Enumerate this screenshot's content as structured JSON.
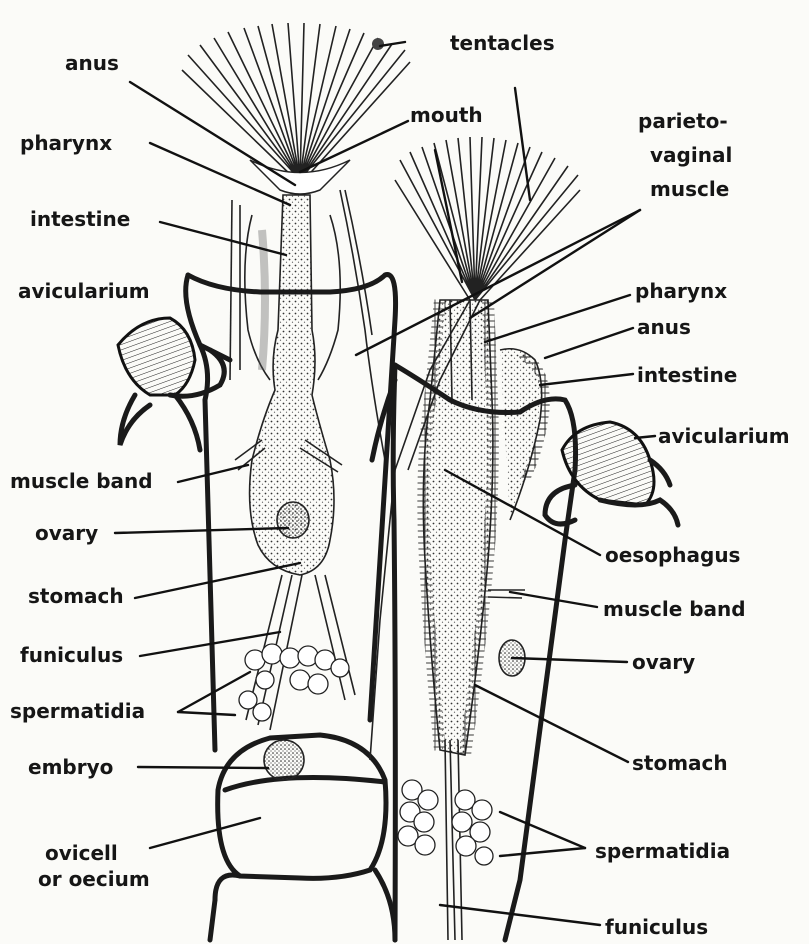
{
  "figure": {
    "left_zooid_labels": {
      "anus": "anus",
      "pharynx": "pharynx",
      "intestine": "intestine",
      "avicularium": "avicularium",
      "muscle_band": "muscle band",
      "ovary": "ovary",
      "stomach": "stomach",
      "funiculus": "funiculus",
      "spermatidia": "spermatidia",
      "embryo": "embryo",
      "ovicell_line1": "ovicell",
      "ovicell_line2": "or oecium"
    },
    "right_zooid_labels": {
      "tentacles": "tentacles",
      "mouth": "mouth",
      "parieto_line1": "parieto-",
      "parieto_line2": "vaginal",
      "parieto_line3": "muscle",
      "pharynx": "pharynx",
      "anus": "anus",
      "intestine": "intestine",
      "avicularium": "avicularium",
      "oesophagus": "oesophagus",
      "muscle_band": "muscle band",
      "ovary": "ovary",
      "stomach": "stomach",
      "spermatidia": "spermatidia",
      "funiculus": "funiculus"
    }
  }
}
